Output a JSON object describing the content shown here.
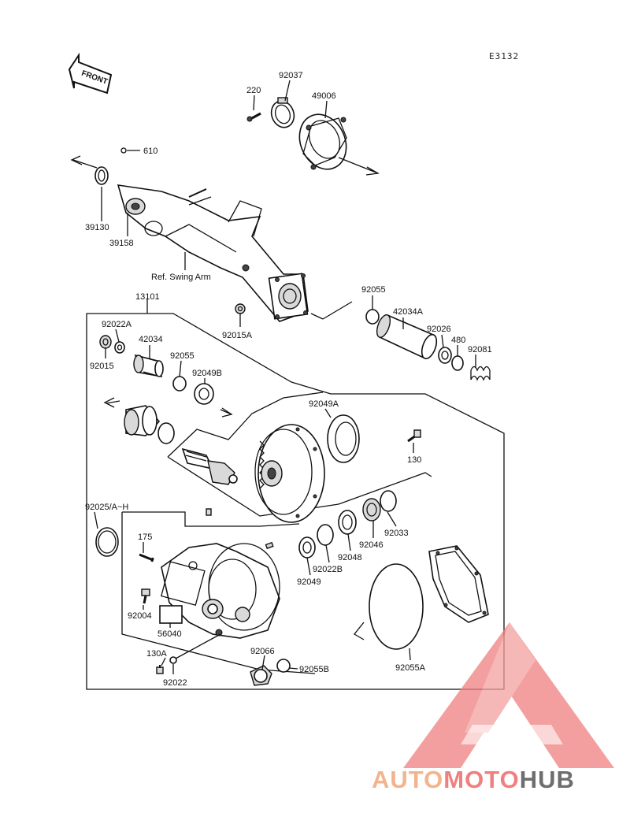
{
  "diagram": {
    "code": "E3132",
    "front_label": "FRONT",
    "ref_label": "Ref. Swing Arm",
    "parts": {
      "p220": "220",
      "p92037": "92037",
      "p49006": "49006",
      "p610": "610",
      "p39130": "39130",
      "p39158": "39158",
      "p13101": "13101",
      "p92055_top": "92055",
      "p42034A": "42034A",
      "p92026": "92026",
      "p480": "480",
      "p92081": "92081",
      "p92015A": "92015A",
      "p92022A": "92022A",
      "p42034": "42034",
      "p92015": "92015",
      "p92055_mid": "92055",
      "p92049B": "92049B",
      "p92049A": "92049A",
      "p130": "130",
      "p92025": "92025/A~H",
      "p175": "175",
      "p92004": "92004",
      "p56040": "56040",
      "p130A": "130A",
      "p92022": "92022",
      "p92066": "92066",
      "p92055B": "92055B",
      "p92033": "92033",
      "p92046": "92046",
      "p92048": "92048",
      "p92022B": "92022B",
      "p92049": "92049",
      "p92055A": "92055A"
    }
  },
  "watermark": {
    "part1": "AUTO",
    "part2": "MOTO",
    "part3": "HUB",
    "colors": {
      "auto": "#f2b48c",
      "moto": "#f08080",
      "hub": "#6e6e6e",
      "triangle": "#f08080"
    }
  }
}
